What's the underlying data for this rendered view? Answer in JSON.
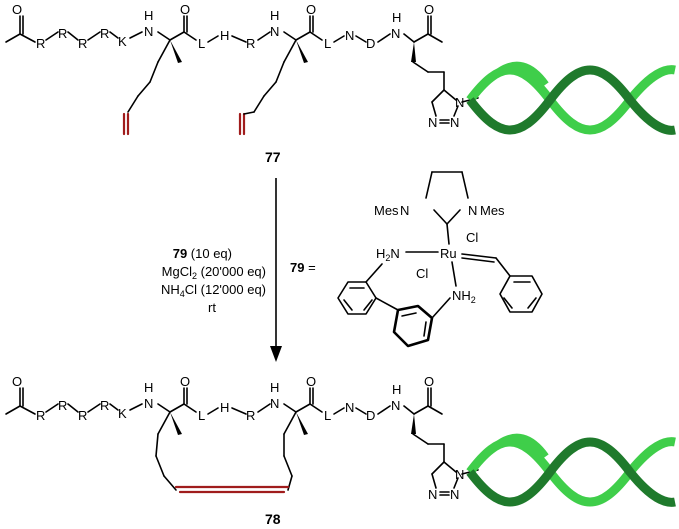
{
  "top": {
    "atoms": {
      "r1": "R",
      "r2": "R",
      "r3": "R",
      "k": "K",
      "nh1_h": "H",
      "nh1_n": "N",
      "o1": "O",
      "l1": "L",
      "h_mid": "H",
      "r_mid": "R",
      "nh2_h": "H",
      "nh2_n": "N",
      "o2": "O",
      "l2": "L",
      "n_plain": "N",
      "d": "D",
      "nh3_h": "H",
      "nh3_n": "N",
      "o3": "O",
      "tz_n1": "N",
      "tz_n2": "N",
      "tz_n3": "N"
    },
    "compound_label": "77"
  },
  "bottom": {
    "atoms": {
      "r1": "R",
      "r2": "R",
      "r3": "R",
      "k": "K",
      "nh1_h": "H",
      "nh1_n": "N",
      "o1": "O",
      "l1": "L",
      "h_mid": "H",
      "r_mid": "R",
      "nh2_h": "H",
      "nh2_n": "N",
      "o2": "O",
      "l2": "L",
      "n_plain": "N",
      "d": "D",
      "nh3_h": "H",
      "nh3_n": "N",
      "o3": "O",
      "tz_n1": "N",
      "tz_n2": "N",
      "tz_n3": "N"
    },
    "compound_label": "78"
  },
  "conditions": {
    "line1_bold": "79",
    "line1_rest": " (10 eq)",
    "line2_a": "MgCl",
    "line2_sub": "2",
    "line2_b": " (20'000 eq)",
    "line3_a": "NH",
    "line3_sub": "4",
    "line3_b": "Cl (12'000 eq)",
    "line4": "rt"
  },
  "catalyst": {
    "label_bold": "79",
    "label_eq": " =",
    "mes_left": "Mes",
    "n_left": "N",
    "n_right": "N",
    "mes_right": "Mes",
    "ru": "Ru",
    "cl_top": "Cl",
    "cl_bottom": "Cl",
    "h2n_a": "H",
    "h2n_sub": "2",
    "h2n_b": "N",
    "nh2_a": "NH",
    "nh2_sub": "2"
  },
  "colors": {
    "alkene": "#a01c1c",
    "dna_light": "#3fce4a",
    "dna_dark": "#1f7a2c"
  }
}
